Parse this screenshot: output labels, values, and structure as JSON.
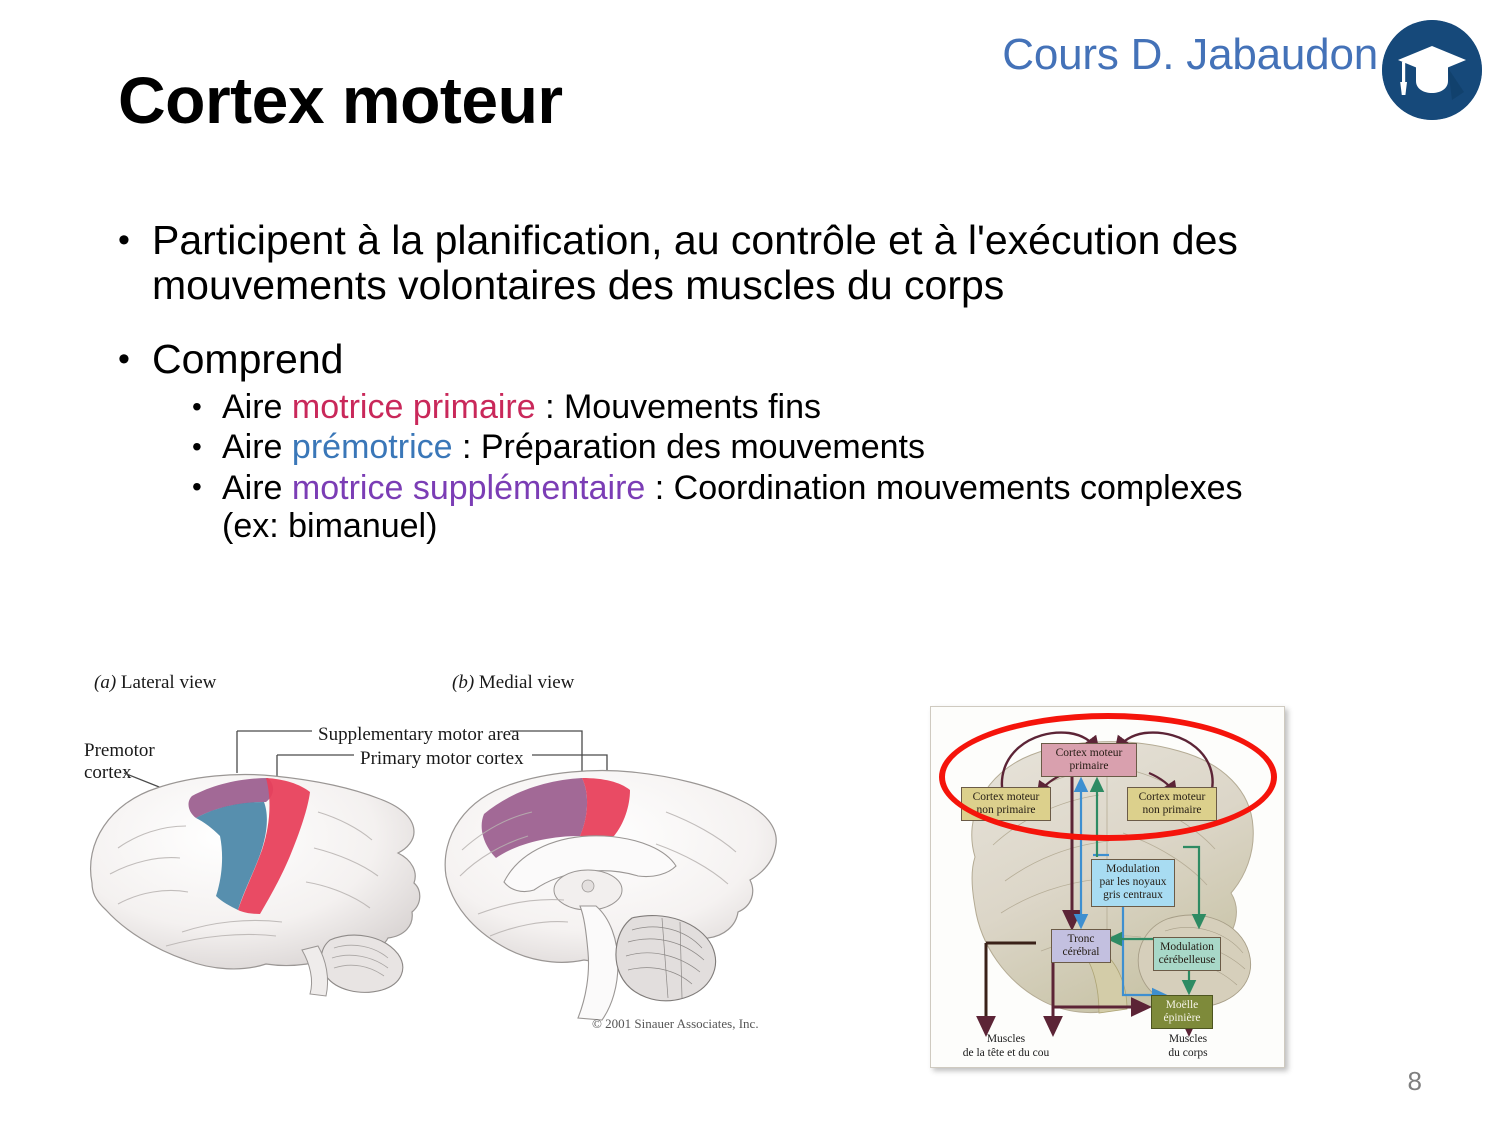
{
  "header": {
    "course_label": "Cours D. Jabaudon",
    "badge_icon": "graduation-cap-icon",
    "badge_color": "#16497A",
    "course_color": "#4472B8"
  },
  "title": "Cortex moteur",
  "page_number": "8",
  "content": {
    "bullets": [
      {
        "level": 1,
        "runs": [
          {
            "text": "Participent à la planification, au contrôle et à l'exécution des mouvements volontaires des muscles du corps",
            "color": "#000000"
          }
        ]
      },
      {
        "level": 1,
        "runs": [
          {
            "text": "Comprend",
            "color": "#000000"
          }
        ]
      }
    ],
    "subbullets": [
      {
        "runs": [
          {
            "text": "Aire ",
            "color": "#000000"
          },
          {
            "text": "motrice primaire",
            "color": "#C9285A"
          },
          {
            "text": " : Mouvements fins",
            "color": "#000000"
          }
        ]
      },
      {
        "runs": [
          {
            "text": "Aire ",
            "color": "#000000"
          },
          {
            "text": "prémotrice",
            "color": "#3A77B8"
          },
          {
            "text": " : Préparation des mouvements",
            "color": "#000000"
          }
        ]
      },
      {
        "runs": [
          {
            "text": "Aire ",
            "color": "#000000"
          },
          {
            "text": "motrice supplémentaire",
            "color": "#7B3DB5"
          },
          {
            "text": " : Coordination mouvements complexes (ex: bimanuel)",
            "color": "#000000"
          }
        ]
      }
    ]
  },
  "figure_left": {
    "caption_a_marker": "(a)",
    "caption_a": "Lateral view",
    "caption_b_marker": "(b)",
    "caption_b": "Medial view",
    "label_premotor": "Premotor\ncortex",
    "label_sma": "Supplementary motor area",
    "label_primary": "Primary motor cortex",
    "copyright": "© 2001 Sinauer Associates, Inc.",
    "region_colors": {
      "supplementary_motor_area": "#9B5E8E",
      "premotor_cortex": "#4A86A8",
      "primary_motor_cortex": "#E8405A",
      "brain_base": "#F2EFEE"
    }
  },
  "figure_right": {
    "highlight_shape": "red-ellipse",
    "highlight_color": "#F5140B",
    "boxes": [
      {
        "id": "cortex-moteur-primaire",
        "text": "Cortex moteur\nprimaire",
        "color": "#D9A0AE"
      },
      {
        "id": "cortex-moteur-non-primaire-left",
        "text": "Cortex moteur\nnon primaire",
        "color": "#DCD08C"
      },
      {
        "id": "cortex-moteur-non-primaire-right",
        "text": "Cortex moteur\nnon primaire",
        "color": "#DCD08C"
      },
      {
        "id": "modulation-noyaux-gris",
        "text": "Modulation\npar les noyaux\ngris centraux",
        "color": "#A8DCF2"
      },
      {
        "id": "tronc-cerebral",
        "text": "Tronc\ncérébral",
        "color": "#C3C0E0"
      },
      {
        "id": "modulation-cerebelleuse",
        "text": "Modulation\ncérébelleuse",
        "color": "#A8D8C8"
      },
      {
        "id": "moelle-epiniere",
        "text": "Moëlle\népinière",
        "color": "#7E8A3A"
      }
    ],
    "labels": [
      {
        "id": "muscles-tete-cou",
        "text": "Muscles\nde la tête et du cou"
      },
      {
        "id": "muscles-corps",
        "text": "Muscles\ndu corps"
      }
    ]
  }
}
